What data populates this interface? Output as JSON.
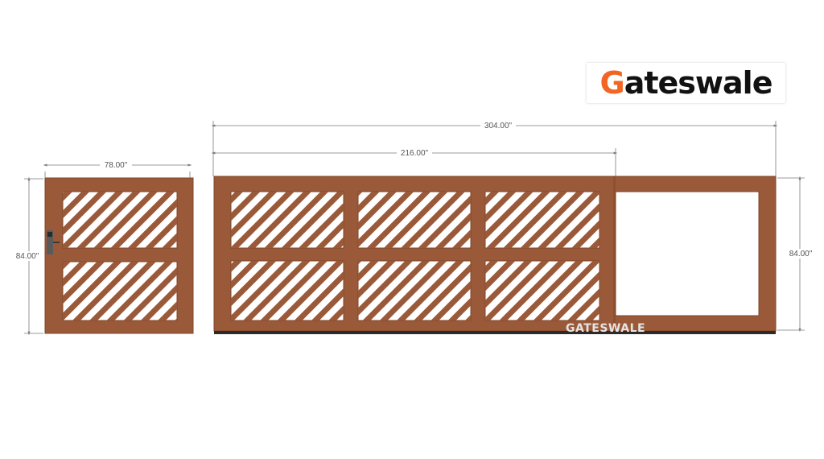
{
  "logo": {
    "first_letter": "G",
    "rest": "ateswale"
  },
  "watermark": "GATESWALE",
  "dimensions": {
    "small_gate_width": "78.00\"",
    "small_gate_height": "84.00\"",
    "total_width": "304.00\"",
    "gate_width": "216.00\"",
    "opening_height": "84.00\""
  },
  "colors": {
    "wood": "#9a5a3a",
    "wood_dark": "#7f4527",
    "rail": "#2b2b2b",
    "dim_line": "#7a7a7a",
    "logo_accent": "#f26522"
  }
}
